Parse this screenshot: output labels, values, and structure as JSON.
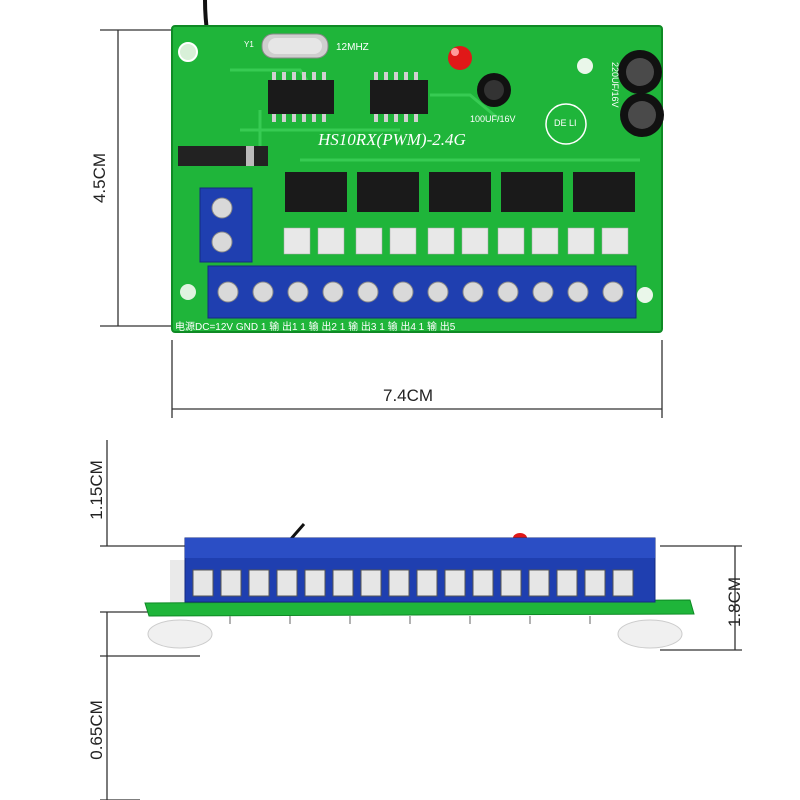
{
  "dimensions": {
    "height_top": "4.5CM",
    "width_top": "7.4CM",
    "antenna_height": "1.15CM",
    "side_height": "1.8CM",
    "standoff_height": "0.65CM"
  },
  "board": {
    "model": "HS10RX(PWM)-2.4G",
    "crystal": "12MHZ",
    "crystal_ref": "Y1",
    "cap_small": "100UF/16V",
    "cap_large": "220UF/16V",
    "logo": "DE LI",
    "terminal_labels": "电源DC=12V GND 1 输 出1 1 输 出2 1 输 出3 1 输 出4 1 输 出5"
  },
  "colors": {
    "pcb_green": "#1fb53a",
    "terminal_blue": "#1f3fb0",
    "led_red": "#e01818"
  }
}
